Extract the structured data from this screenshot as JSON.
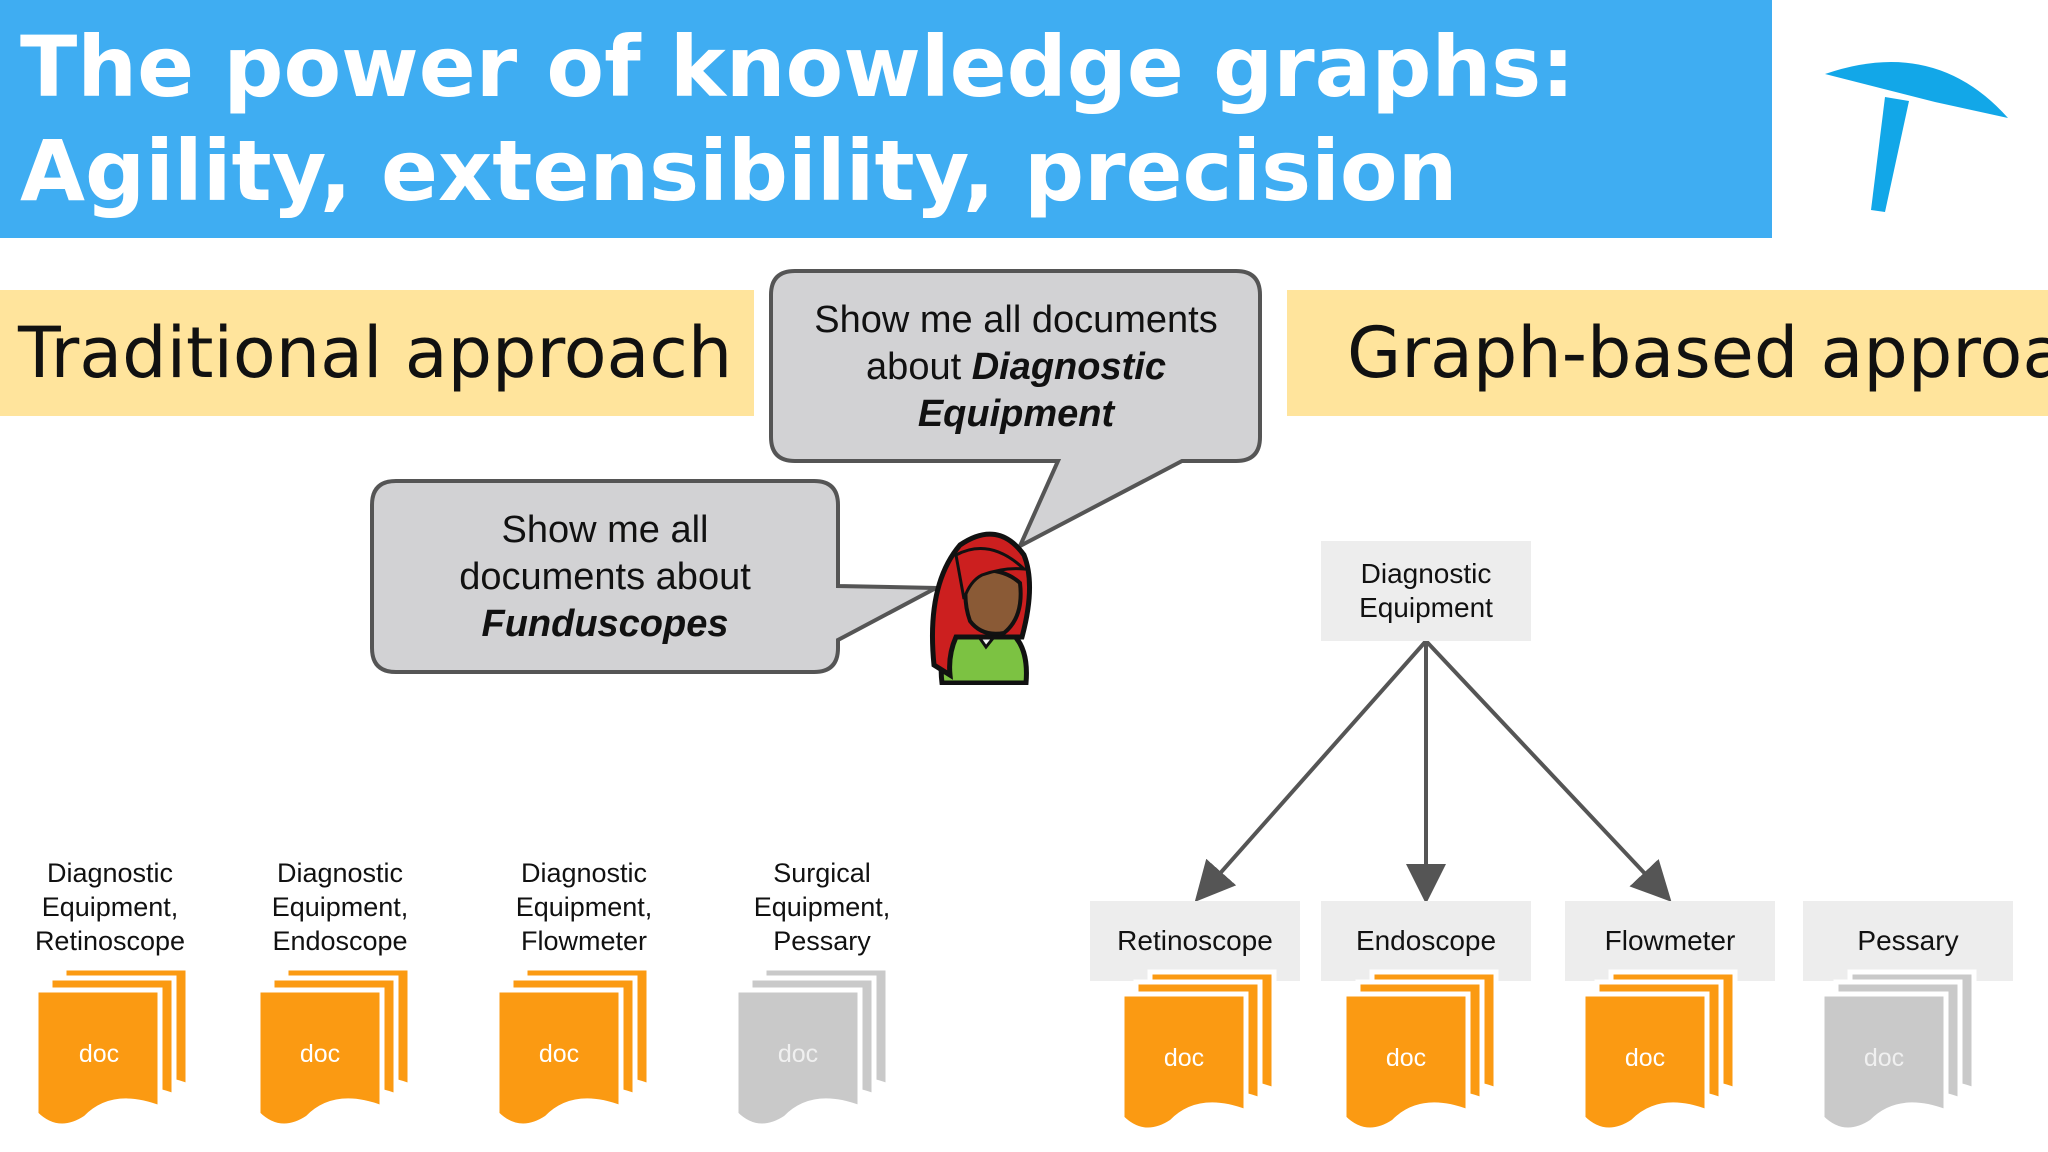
{
  "title": {
    "line1": "The power of knowledge graphs:",
    "line2": "Agility, extensibility, precision"
  },
  "sections": {
    "traditional": "Traditional approach",
    "graph_based": "Graph-based approach"
  },
  "bubbles": {
    "diagnostic": {
      "line1": "Show me all documents",
      "line2_prefix": "about ",
      "emphasis1": "Diagnostic",
      "emphasis2": "Equipment"
    },
    "funduscopes": {
      "line1": "Show me all",
      "line2": "documents about",
      "emphasis": "Funduscopes"
    }
  },
  "traditional_docs": [
    {
      "line1": "Diagnostic",
      "line2": "Equipment,",
      "line3": "Retinoscope",
      "doc": "doc",
      "color": "#fb9a12"
    },
    {
      "line1": "Diagnostic",
      "line2": "Equipment,",
      "line3": "Endoscope",
      "doc": "doc",
      "color": "#fb9a12"
    },
    {
      "line1": "Diagnostic",
      "line2": "Equipment,",
      "line3": "Flowmeter",
      "doc": "doc",
      "color": "#fb9a12"
    },
    {
      "line1": "Surgical",
      "line2": "Equipment,",
      "line3": "Pessary",
      "doc": "doc",
      "color": "#c9c9c9"
    }
  ],
  "graph": {
    "root": {
      "line1": "Diagnostic",
      "line2": "Equipment"
    },
    "children": [
      {
        "label": "Retinoscope",
        "doc": "doc",
        "color": "#fb9a12"
      },
      {
        "label": "Endoscope",
        "doc": "doc",
        "color": "#fb9a12"
      },
      {
        "label": "Flowmeter",
        "doc": "doc",
        "color": "#fb9a12"
      },
      {
        "label": "Pessary",
        "doc": "doc",
        "color": "#c9c9c9"
      }
    ]
  },
  "colors": {
    "banner": "#3fadf2",
    "section_band": "#ffe49c",
    "doc_orange": "#fb9a12",
    "doc_gray": "#c9c9c9",
    "bubble_fill": "#d2d2d4",
    "bubble_stroke": "#555555",
    "logo": "#12a7e8"
  }
}
